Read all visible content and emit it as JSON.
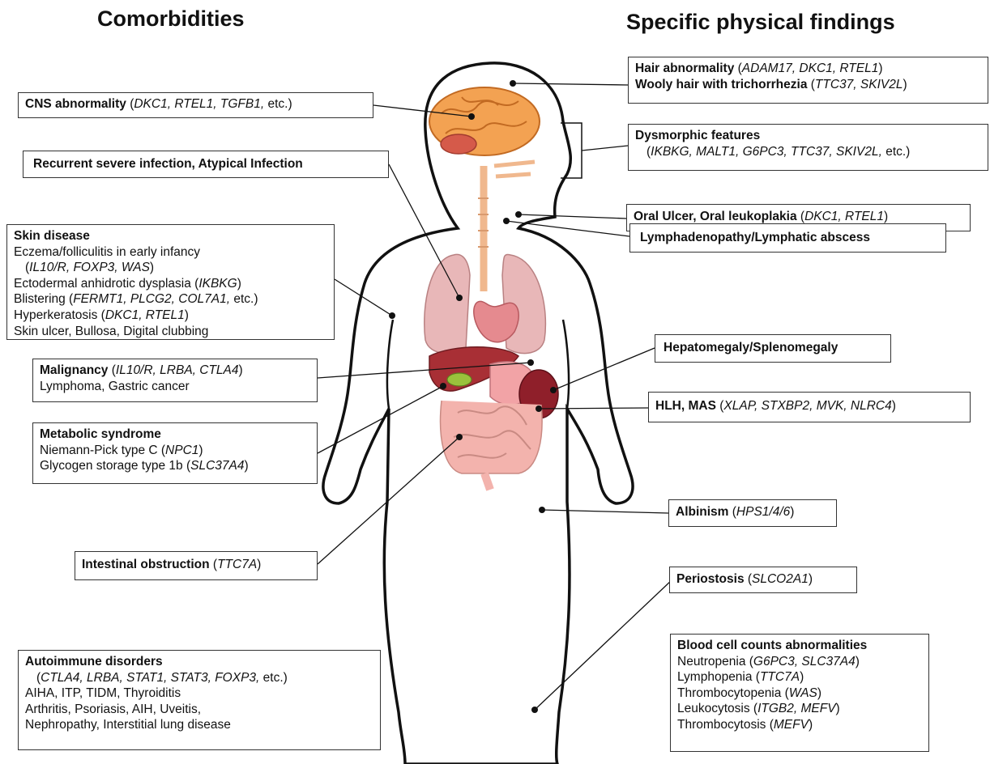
{
  "headers": {
    "left": "Comorbidities",
    "right": "Specific physical findings"
  },
  "boxes": {
    "cns": {
      "title": "CNS abnormality",
      "open": " (",
      "genes": "DKC1, RTEL1, TGFB1,",
      "tail": " etc.)"
    },
    "infection": {
      "title": "Recurrent severe infection, Atypical Infection"
    },
    "skin": {
      "title": "Skin disease",
      "l1": "Eczema/folliculitis in early infancy",
      "l2_open": "(",
      "l2_genes": "IL10/R, FOXP3, WAS",
      "l2_close": ")",
      "l3": "Ectodermal anhidrotic dysplasia (",
      "l3_genes": "IKBKG",
      "l3_close": ")",
      "l4": "Blistering (",
      "l4_genes": "FERMT1, PLCG2, COL7A1,",
      "l4_close": " etc.)",
      "l5": "Hyperkeratosis (",
      "l5_genes": "DKC1, RTEL1",
      "l5_close": ")",
      "l6": "Skin ulcer, Bullosa, Digital clubbing"
    },
    "malignancy": {
      "title": "Malignancy",
      "open": " (",
      "genes": "IL10/R, LRBA, CTLA4",
      "close": ")",
      "l2": "Lymphoma, Gastric cancer"
    },
    "metabolic": {
      "title": "Metabolic syndrome",
      "l1": "Niemann-Pick type C (",
      "l1_genes": "NPC1",
      "l1_close": ")",
      "l2": "Glycogen storage type 1b (",
      "l2_genes": "SLC37A4",
      "l2_close": ")"
    },
    "intestinal": {
      "title": "Intestinal obstruction",
      "open": " (",
      "genes": "TTC7A",
      "close": ")"
    },
    "autoimmune": {
      "title": "Autoimmune disorders",
      "l1_open": "(",
      "l1_genes": "CTLA4, LRBA, STAT1, STAT3, FOXP3,",
      "l1_close": " etc.)",
      "l2": "AIHA, ITP, TIDM, Thyroiditis",
      "l3": "Arthritis, Psoriasis, AIH, Uveitis,",
      "l4": "Nephropathy, Interstitial lung disease"
    },
    "hair": {
      "l1_title": "Hair abnormality",
      "l1_open": " (",
      "l1_genes": "ADAM17, DKC1, RTEL1",
      "l1_close": ")",
      "l2_title": "Wooly hair with trichorrhezia",
      "l2_open": " (",
      "l2_genes": "TTC37, SKIV2L",
      "l2_close": ")"
    },
    "dysmorphic": {
      "title": "Dysmorphic features",
      "l2_open": "(",
      "l2_genes": "IKBKG, MALT1, G6PC3, TTC37, SKIV2L,",
      "l2_close": " etc.)"
    },
    "oral": {
      "title": "Oral Ulcer, Oral leukoplakia",
      "open": " (",
      "genes": "DKC1, RTEL1",
      "close": ")"
    },
    "lymph": {
      "title": "Lymphadenopathy/Lymphatic abscess"
    },
    "hepato": {
      "title": "Hepatomegaly/Splenomegaly"
    },
    "hlh": {
      "title": "HLH, MAS",
      "open": " (",
      "genes": "XLAP, STXBP2, MVK, NLRC4",
      "close": ")"
    },
    "albinism": {
      "title": "Albinism",
      "open": " (",
      "genes": "HPS1/4/6",
      "close": ")"
    },
    "periostosis": {
      "title": "Periostosis",
      "open": " (",
      "genes": "SLCO2A1",
      "close": ")"
    },
    "blood": {
      "title": "Blood cell counts abnormalities",
      "l1": "Neutropenia (",
      "l1_genes": "G6PC3, SLC37A4",
      "l1_close": ")",
      "l2": "Lymphopenia (",
      "l2_genes": "TTC7A",
      "l2_close": ")",
      "l3": "Thrombocytopenia (",
      "l3_genes": "WAS",
      "l3_close": ")",
      "l4": "Leukocytosis (",
      "l4_genes": "ITGB2, MEFV",
      "l4_close": ")",
      "l5": "Thrombocytosis (",
      "l5_genes": "MEFV",
      "l5_close": ")"
    }
  }
}
